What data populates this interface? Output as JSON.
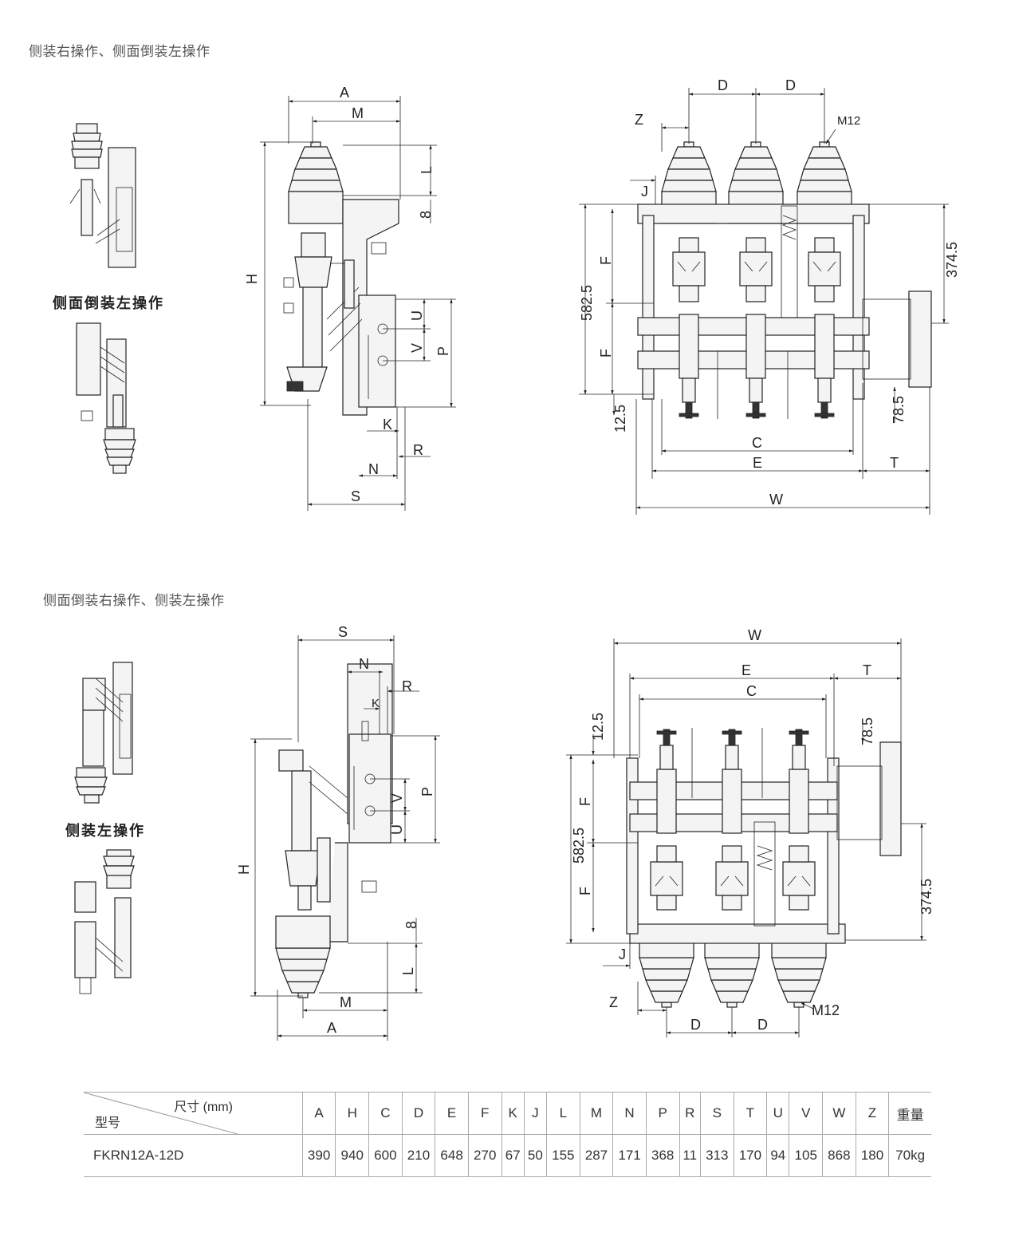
{
  "sections": [
    {
      "title": "侧装右操作、侧面倒装左操作",
      "caption": "侧面倒装左操作"
    },
    {
      "title": "侧面倒装右操作、侧装左操作",
      "caption": "侧装左操作"
    }
  ],
  "dim_labels": {
    "A": "A",
    "M": "M",
    "L": "L",
    "eight": "8",
    "H": "H",
    "U": "U",
    "V": "V",
    "P": "P",
    "K": "K",
    "R": "R",
    "N": "N",
    "S": "S",
    "D": "D",
    "Z": "Z",
    "M12": "M12",
    "J": "J",
    "F": "F",
    "d582": "582.5",
    "d374": "374.5",
    "d12": "12.5",
    "d78": "78.5",
    "C": "C",
    "E": "E",
    "T": "T",
    "W": "W"
  },
  "table": {
    "corner_top": "尺寸 (mm)",
    "corner_bottom": "型号",
    "headers": [
      "A",
      "H",
      "C",
      "D",
      "E",
      "F",
      "K",
      "J",
      "L",
      "M",
      "N",
      "P",
      "R",
      "S",
      "T",
      "U",
      "V",
      "W",
      "Z",
      "重量"
    ],
    "rows": [
      {
        "model": "FKRN12A-12D",
        "values": [
          "390",
          "940",
          "600",
          "210",
          "648",
          "270",
          "67",
          "50",
          "155",
          "287",
          "171",
          "368",
          "11",
          "313",
          "170",
          "94",
          "105",
          "868",
          "180",
          "70kg"
        ]
      }
    ]
  }
}
